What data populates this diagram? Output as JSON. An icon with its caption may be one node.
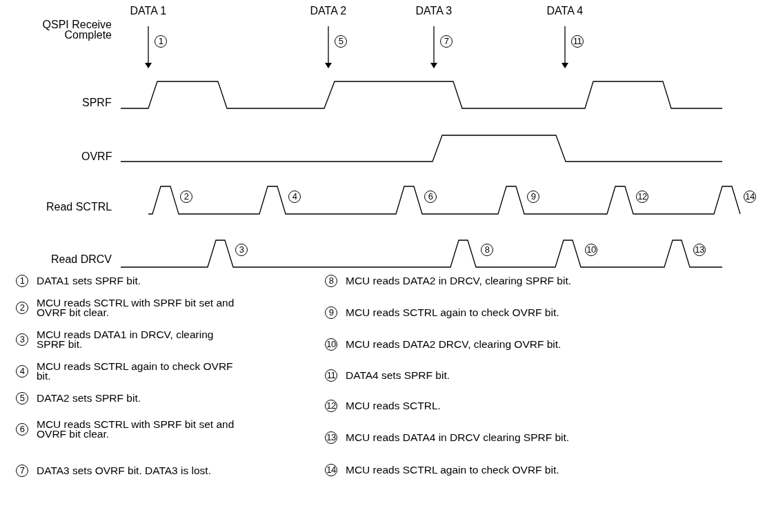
{
  "diagram": {
    "labels": [
      "DATA 1",
      "DATA 2",
      "DATA 3",
      "DATA 4",
      "QSPI Receive Complete",
      "1",
      "5",
      "7",
      "11",
      "SPRF",
      "OVRF",
      "Read SCTRL",
      "2",
      "4",
      "6",
      "9",
      "12",
      "14",
      "Read DRCV",
      "3",
      "8",
      "10",
      "13",
      "1",
      "DATA1 sets SPRF bit.",
      "2",
      "MCU reads SCTRL with SPRF bit set and OVRF bit clear.",
      "3",
      "MCU reads DATA1 in DRCV, clearing SPRF bit.",
      "4",
      "MCU reads SCTRL again to check OVRF bit.",
      "5",
      "DATA2 sets SPRF bit.",
      "6",
      "MCU reads SCTRL with SPRF bit set and OVRF bit clear.",
      "7",
      "DATA3 sets OVRF bit. DATA3 is lost.",
      "8",
      "MCU reads DATA2 in DRCV, clearing SPRF bit.",
      "9",
      "MCU reads SCTRL again to check OVRF bit.",
      "10",
      "MCU reads DATA2 DRCV, clearing OVRF bit.",
      "11",
      "DATA4 sets SPRF bit.",
      "12",
      "MCU reads SCTRL.",
      "13",
      "MCU reads DATA4 in DRCV clearing SPRF bit.",
      "14",
      "MCU reads SCTRL again to check OVRF bit."
    ]
  }
}
